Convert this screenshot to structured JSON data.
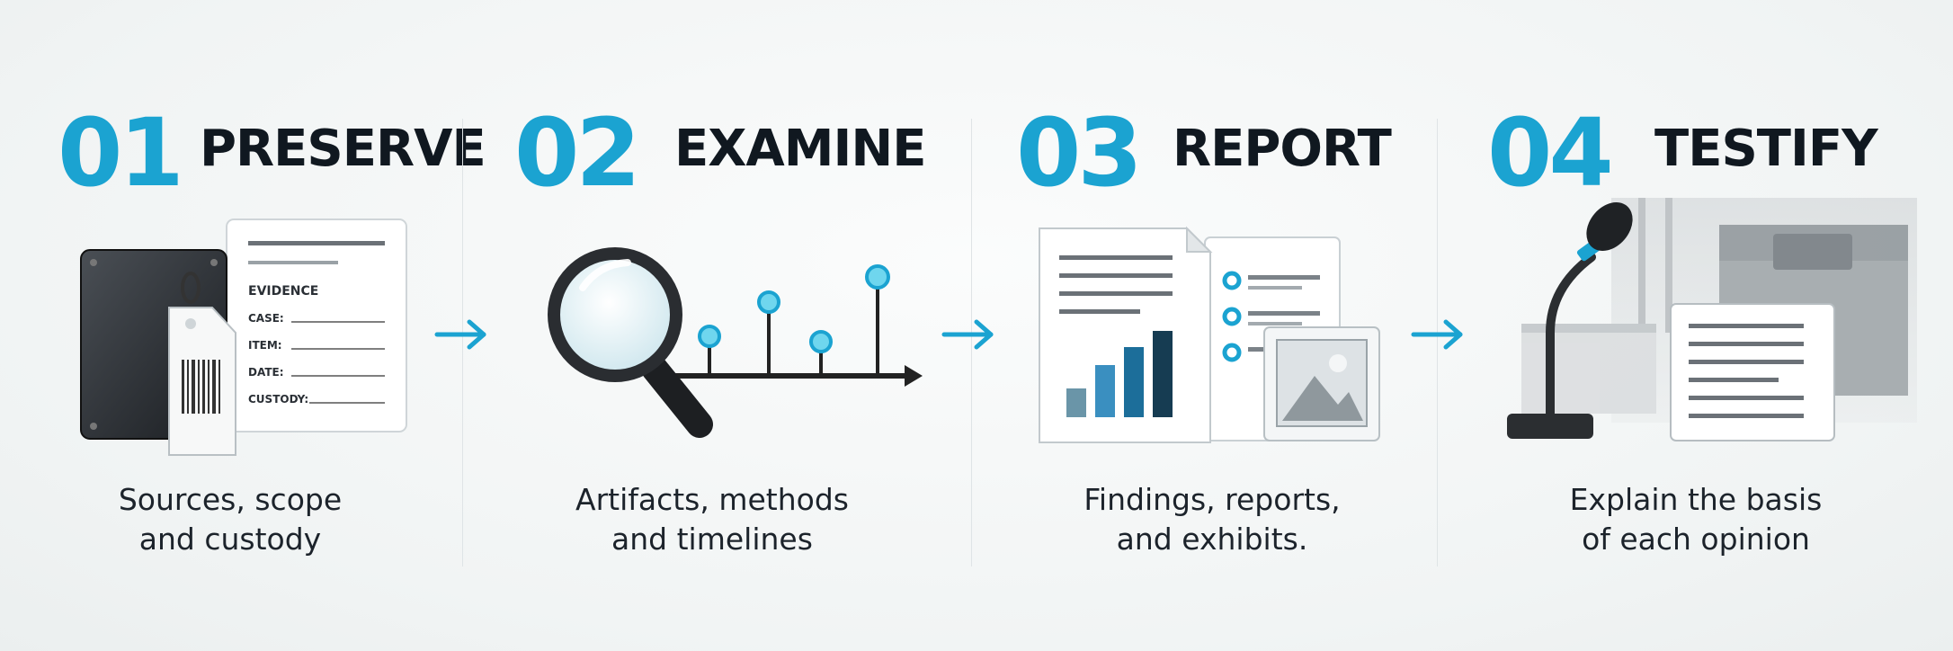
{
  "steps": [
    {
      "number": "01",
      "title": "PRESERVE",
      "desc_line1": "Sources, scope",
      "desc_line2": "and custody"
    },
    {
      "number": "02",
      "title": "EXAMINE",
      "desc_line1": "Artifacts, methods",
      "desc_line2": "and timelines"
    },
    {
      "number": "03",
      "title": "REPORT",
      "desc_line1": "Findings, reports,",
      "desc_line2": "and exhibits."
    },
    {
      "number": "04",
      "title": "TESTIFY",
      "desc_line1": "Explain the basis",
      "desc_line2": "of each opinion"
    }
  ],
  "evidence_form": {
    "heading": "EVIDENCE",
    "fields": [
      "CASE:",
      "ITEM:",
      "DATE:",
      "CUSTODY:"
    ]
  },
  "icons": [
    "hard-drive-icon",
    "evidence-tag-icon",
    "magnifier-icon",
    "timeline-icon",
    "report-document-icon",
    "bar-chart-icon",
    "image-icon",
    "microphone-icon",
    "courtroom-icon"
  ],
  "colors": {
    "accent": "#1ba3d1",
    "title": "#101820",
    "text": "#1c232b"
  }
}
